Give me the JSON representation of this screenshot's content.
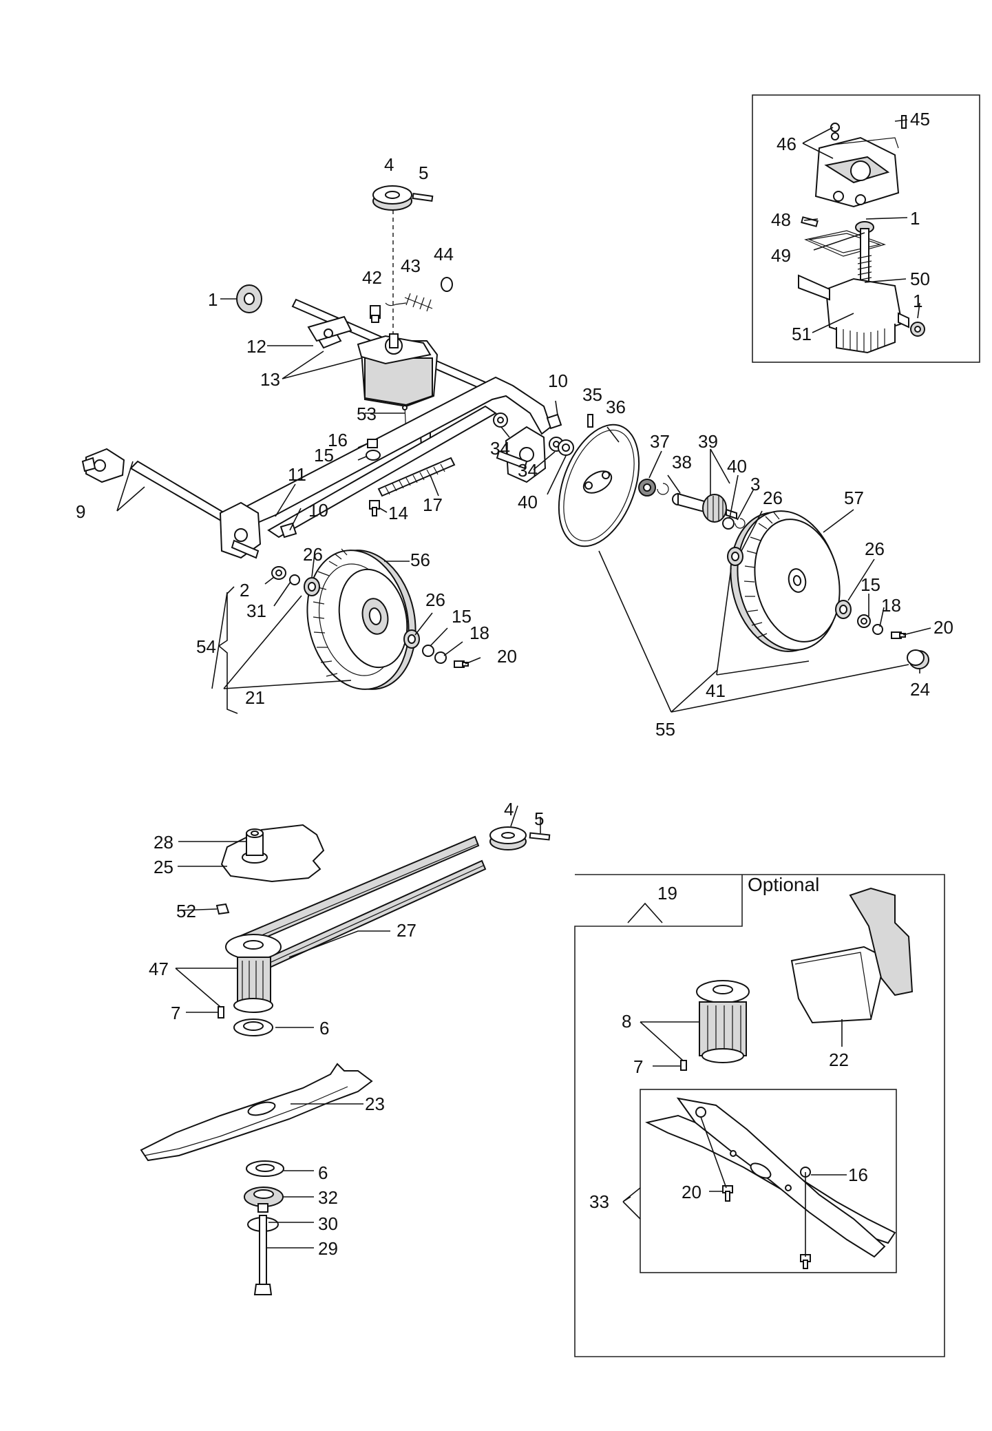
{
  "labels": {
    "p1a": "1",
    "p1b": "1",
    "p1c": "1",
    "p2": "2",
    "p3": "3",
    "p4a": "4",
    "p4b": "4",
    "p5a": "5",
    "p5b": "5",
    "p6a": "6",
    "p6b": "6",
    "p7a": "7",
    "p7b": "7",
    "p8": "8",
    "p9": "9",
    "p10a": "10",
    "p10b": "10",
    "p11": "11",
    "p12": "12",
    "p13": "13",
    "p14": "14",
    "p15a": "15",
    "p15b": "15",
    "p15c": "15",
    "p16a": "16",
    "p16b": "16",
    "p17": "17",
    "p18a": "18",
    "p18b": "18",
    "p19": "19",
    "p20a": "20",
    "p20b": "20",
    "p20c": "20",
    "p21": "21",
    "p22": "22",
    "p23": "23",
    "p24": "24",
    "p25": "25",
    "p26a": "26",
    "p26b": "26",
    "p26c": "26",
    "p26d": "26",
    "p27": "27",
    "p28": "28",
    "p29": "29",
    "p30": "30",
    "p31": "31",
    "p32": "32",
    "p33": "33",
    "p34a": "34",
    "p34b": "34",
    "p35": "35",
    "p36": "36",
    "p37": "37",
    "p38": "38",
    "p39": "39",
    "p40a": "40",
    "p40b": "40",
    "p41": "41",
    "p42": "42",
    "p43": "43",
    "p44": "44",
    "p45": "45",
    "p46": "46",
    "p47": "47",
    "p48": "48",
    "p49": "49",
    "p50": "50",
    "p51": "51",
    "p52": "52",
    "p53": "53",
    "p54": "54",
    "p55": "55",
    "p56": "56",
    "p57": "57"
  },
  "optional_label": "Optional"
}
